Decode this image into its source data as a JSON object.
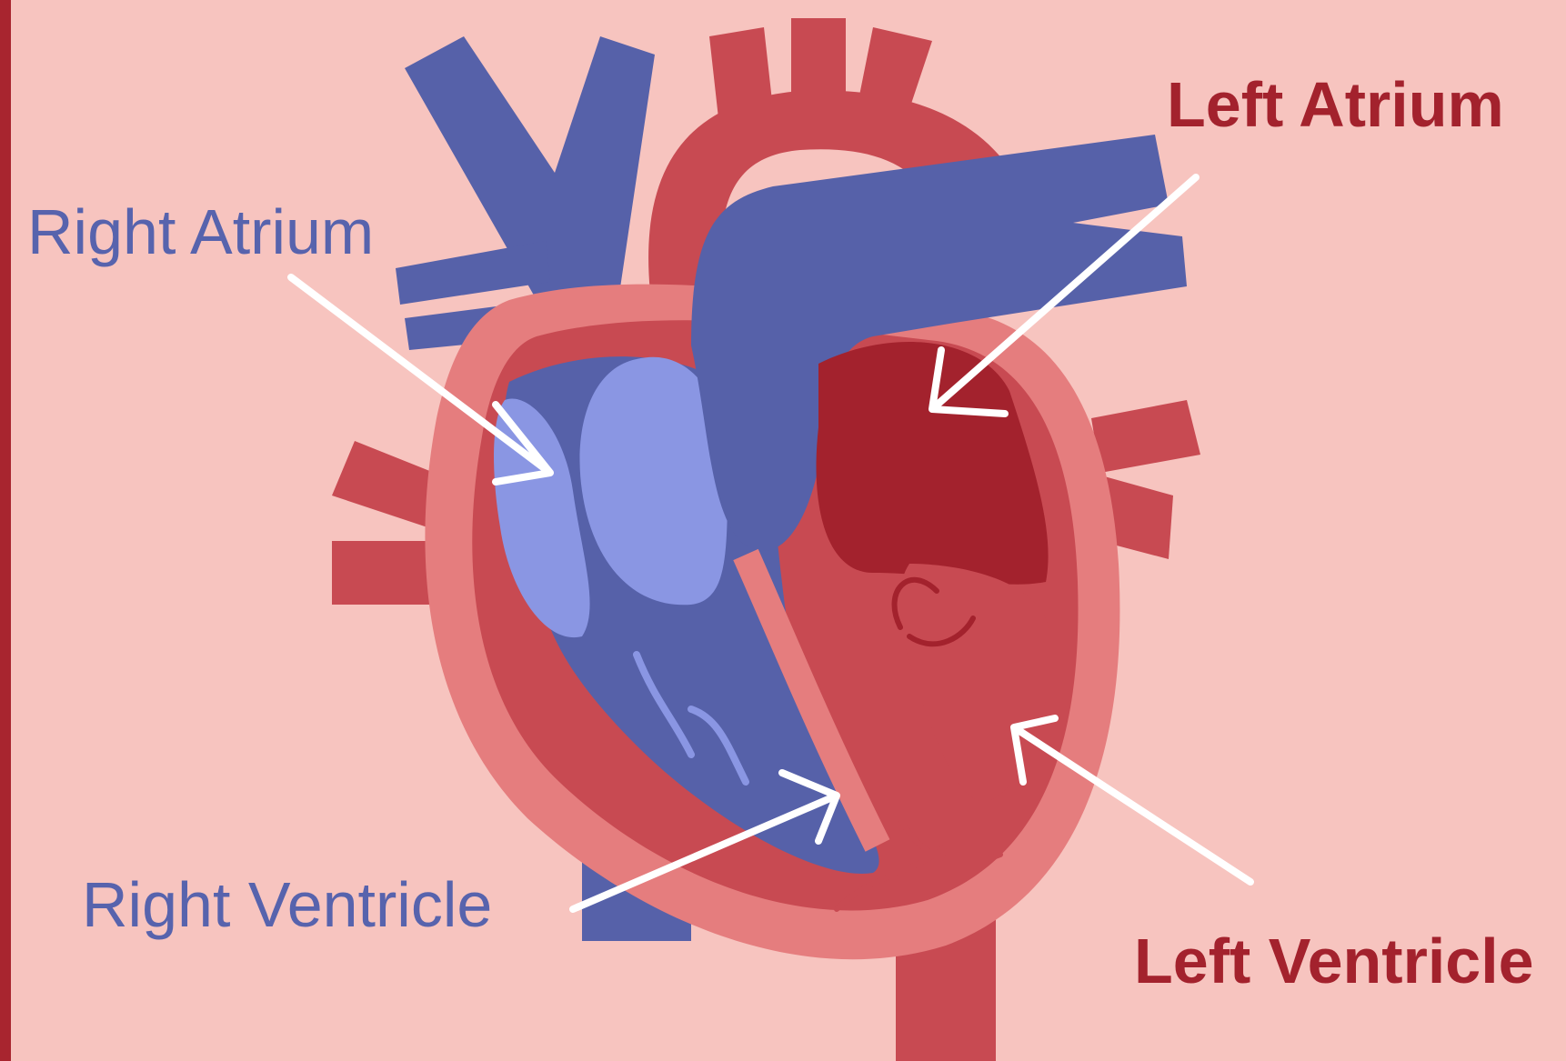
{
  "labels": {
    "right_atrium": "Right Atrium",
    "right_ventricle": "Right Ventricle",
    "left_atrium": "Left Atrium",
    "left_ventricle": "Left Ventricle"
  },
  "colors": {
    "background": "#f7c4bf",
    "accent_red": "#a3222d",
    "accent_blue": "#5763ad",
    "vessel_blue": "#5661a9",
    "light_blue": "#8a96e3",
    "muscle_red": "#c84a52",
    "muscle_outer": "#e57d7e",
    "chamber_dark": "#a3222d",
    "arrow": "#ffffff"
  }
}
